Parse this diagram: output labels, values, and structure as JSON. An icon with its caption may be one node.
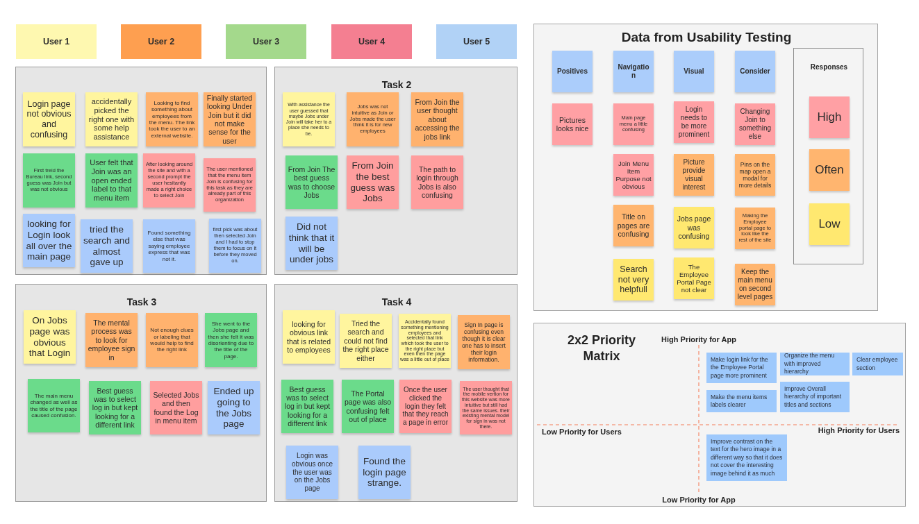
{
  "diagram": {
    "nodes": [
      {
        "text": [
          "User 1"
        ]
      },
      {
        "text": [
          "User 2"
        ]
      },
      {
        "text": [
          "User 3"
        ]
      },
      {
        "text": [
          "User 4"
        ]
      },
      {
        "text": [
          "User 5"
        ]
      },
      {
        "text": [],
        "shape": "box"
      },
      {
        "text": [
          "Login page not obvious and confusing"
        ],
        "in": 5
      },
      {
        "text": [
          "accidentally picked the right one with some help assistance"
        ],
        "in": 5
      },
      {
        "text": [
          "Looking to find something about employees from the menu. The link took the user to an external website."
        ],
        "in": 5
      },
      {
        "text": [
          "Finally started looking Under Join but it did not make sense for the user"
        ],
        "in": 5
      },
      {
        "text": [
          "First treid the Bureau link, second guess was Join but was not obvious"
        ],
        "in": 5
      },
      {
        "text": [
          "User felt that Join was an open ended label to that menu item"
        ],
        "in": 5
      },
      {
        "text": [
          "After looking around the site and with a second prompt the user hesitantly made a right choice to select Join"
        ],
        "in": 5
      },
      {
        "text": [
          "The user mentioned that the menu item Join is confusing for this task as they are already part of this organization"
        ],
        "in": 5
      },
      {
        "text": [
          "looking for Login look all over the main page"
        ],
        "in": 5
      },
      {
        "text": [
          "tried the search and almost gave up"
        ],
        "in": 5
      },
      {
        "text": [
          "Found something else that was saying employee express that was not it."
        ],
        "in": 5
      },
      {
        "text": [
          "first pick was about then selected Join and I had to stop them to focus on it before they moved on."
        ],
        "in": 5
      },
      {
        "text": [
          "Task 2"
        ]
      },
      {
        "text": [
          "With assistance the user guessed that maybe Jobs under Join will take her to a place she needs to be."
        ],
        "in": 18
      },
      {
        "text": [
          "Jobs was not intuitive as Join or Jobs made the user think it is for new employees"
        ],
        "in": 18
      },
      {
        "text": [
          "From Join the user thought about accessing the jobs link"
        ],
        "in": 18
      },
      {
        "text": [
          "From Join The best guess was to choose Jobs"
        ],
        "in": 18
      },
      {
        "text": [
          "From Join the best guess was Jobs"
        ],
        "in": 18
      },
      {
        "text": [
          "The path to login through Jobs is also confusing"
        ],
        "in": 18
      },
      {
        "text": [
          "Did not think that it will be under jobs"
        ],
        "in": 18
      },
      {
        "text": [
          "Task 3"
        ]
      },
      {
        "text": [
          "On Jobs page was obvious that Login"
        ],
        "in": 26
      },
      {
        "text": [
          "The mental process was to look for employee sign in"
        ],
        "in": 26
      },
      {
        "text": [
          "Not enough clues or labeling that would help to find the right link"
        ],
        "in": 26
      },
      {
        "text": [
          "She went to the Jobs page and then she felt it was disorienting due to the title of the page."
        ],
        "in": 26
      },
      {
        "text": [
          "The main menu changed as well as the title of the page caused confusion."
        ],
        "in": 26
      },
      {
        "text": [
          "Best guess was to select log in but kept looking for a different link"
        ],
        "in": 26
      },
      {
        "text": [
          "Selected Jobs and then found the Log in menu item"
        ],
        "in": 26
      },
      {
        "text": [
          "Ended up going to the Jobs page"
        ],
        "in": 26
      },
      {
        "text": [
          "Task 4"
        ]
      },
      {
        "text": [
          "looking for obvious link that is related to employees"
        ],
        "in": 35
      },
      {
        "text": [
          "Tried the search and could not find the right place either"
        ],
        "in": 35
      },
      {
        "text": [
          "Accidentally found something mentioning employees and selected that link which took the user to the right place but even then the page was a little out of place"
        ],
        "in": 35
      },
      {
        "text": [
          "Sign In page is confusing even though it is clear one has to insert their login information."
        ],
        "in": 35
      },
      {
        "text": [
          "Best guess was to select log in but kept looking for a different link"
        ],
        "in": 35
      },
      {
        "text": [
          "The Portal page was also confusing felt out of place"
        ],
        "in": 35
      },
      {
        "text": [
          "Once the user clicked the login they felt that they reach a page in error"
        ],
        "in": 35
      },
      {
        "text": [
          "The user thought that the mobile vertion for this website was more intuitive but still had the same issues. their existing mental model for sign in was not there."
        ],
        "in": 35
      },
      {
        "text": [
          "Login was obvious once the user was on the Jobs page"
        ],
        "in": 35
      },
      {
        "text": [
          "Found the login page strange."
        ],
        "in": 35
      },
      {
        "text": [
          "Data from Usability Testing"
        ]
      },
      {
        "text": [
          "Positives"
        ],
        "in": 46
      },
      {
        "text": [
          "Pictures looks nice"
        ],
        "in": 46
      },
      {
        "text": [
          "Navigation"
        ],
        "in": 46
      },
      {
        "text": [
          "Main page menu a little confusing"
        ],
        "in": 46
      },
      {
        "text": [
          "Join Menu Item Purpose not obvious"
        ],
        "in": 46
      },
      {
        "text": [
          "Title on pages are confusing"
        ],
        "in": 46
      },
      {
        "text": [
          "Search not very helpfull"
        ],
        "in": 46
      },
      {
        "text": [
          "Visual"
        ],
        "in": 46
      },
      {
        "text": [
          "Login needs to be more prominent"
        ],
        "in": 46
      },
      {
        "text": [
          "Picture provide visual interest"
        ],
        "in": 46
      },
      {
        "text": [
          "Jobs page was confusing"
        ],
        "in": 46
      },
      {
        "text": [
          "The Employee Portal Page not clear"
        ],
        "in": 46
      },
      {
        "text": [
          "Consider"
        ],
        "in": 46
      },
      {
        "text": [
          "Changing Join to something else"
        ],
        "in": 46
      },
      {
        "text": [
          "Pins on the map open a modal for more details"
        ],
        "in": 46
      },
      {
        "text": [
          "Making the Employee portal page to look like the rest of the site"
        ],
        "in": 46
      },
      {
        "text": [
          "Keep the main menu on second level pages"
        ],
        "in": 46
      },
      {
        "text": [
          "Responses"
        ],
        "in": 46
      },
      {
        "text": [
          "High"
        ],
        "in": 64
      },
      {
        "text": [
          "Often"
        ],
        "in": 64
      },
      {
        "text": [
          "Low"
        ],
        "in": 64
      },
      {
        "text": [
          "2x2 Priority Matrix",
          "High Priority for App",
          "Low Priority for Users",
          "High Priority for Users",
          "Low Priority for App"
        ]
      },
      {
        "text": [
          "Make login link for the the Employee Portal page more prominent"
        ],
        "in": 68
      },
      {
        "text": [
          "Organize the menu with improved hierarchy"
        ],
        "in": 68
      },
      {
        "text": [
          "Clear employee section"
        ],
        "in": 68
      },
      {
        "text": [
          "Make the menu items labels clearer"
        ],
        "in": 68
      },
      {
        "text": [
          "Improve Overall hierarchy of important titles and sections"
        ],
        "in": 68
      },
      {
        "text": [
          "Improve contrast on the text for the hero image in a different way so that it does not cover the interesting image behind it as much"
        ],
        "in": 68
      }
    ]
  }
}
